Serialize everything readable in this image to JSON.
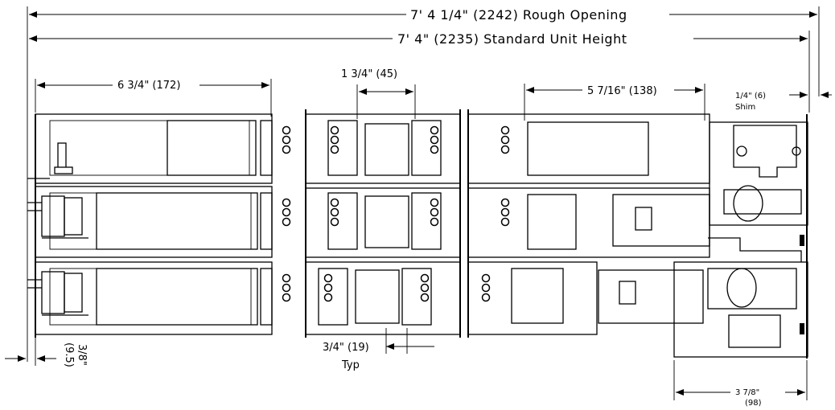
{
  "dimensions": {
    "rough_opening": "7' 4 1/4\" (2242) Rough Opening",
    "unit_height": "7' 4\" (2235) Standard Unit Height",
    "top_left": "6 3/4\" (172)",
    "top_center": "1 3/4\" (45)",
    "top_right": "5 7/16\" (138)",
    "shim_value": "1/4\" (6)",
    "shim_label": "Shim",
    "bottom_center": "3/4\" (19)",
    "bottom_center_note": "Typ",
    "bottom_left_in": "3/8\"",
    "bottom_left_mm": "(9.5)",
    "bottom_right_in": "3 7/8\"",
    "bottom_right_mm": "(98)"
  }
}
